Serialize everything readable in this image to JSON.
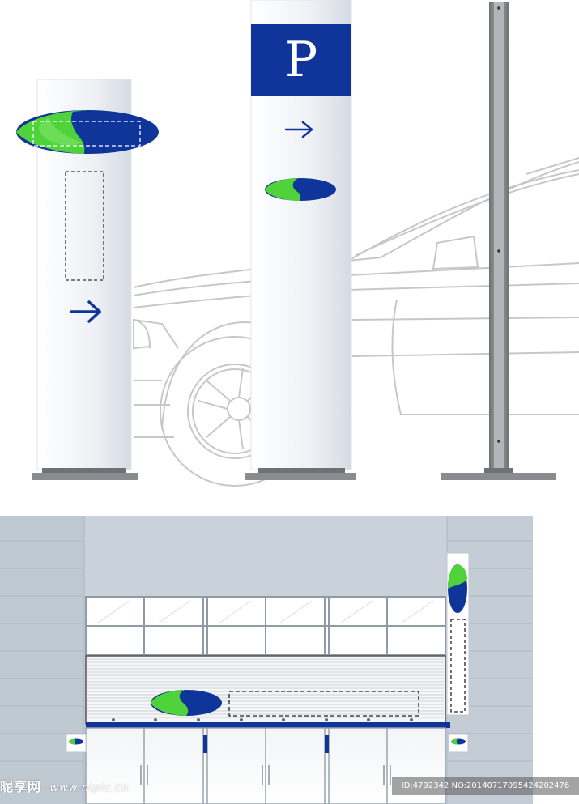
{
  "parking_sign": {
    "letter": "P"
  },
  "watermark": {
    "site_name": "昵享网",
    "site_url": "www.nipic.cn",
    "image_id": "ID:4792342 NO:20140717095424202476"
  },
  "colors": {
    "brand_blue": "#10359a",
    "brand_green": "#4fd23a",
    "wall_gray": "#c9d2da",
    "post_gray": "#8a8c8f",
    "car_outline": "#c7c7c7"
  },
  "icons": [
    "arrow-right-icon",
    "logo-oval-icon",
    "parking-p-icon"
  ]
}
